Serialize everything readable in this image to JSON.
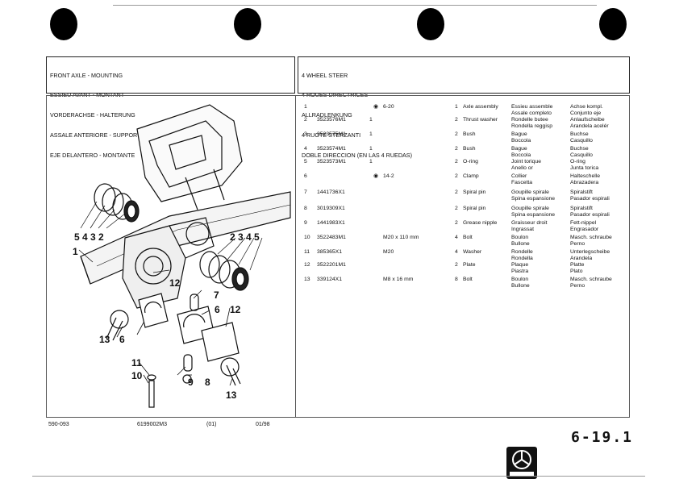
{
  "header": {
    "left_title": [
      "FRONT AXLE - MOUNTING",
      "ESSIEU AVANT - MONTANT",
      "VORDERACHSE - HALTERUNG",
      "ASSALE ANTERIORE - SUPPORTO MONTAGG",
      "EJE DELANTERO - MONTANTE"
    ],
    "right_title": [
      "4 WHEEL STEER",
      "4 ROUES DIRECTRICES",
      "ALLRADLENKUNG",
      "4 RUOTE STERZANTI",
      "DOBLE DIRECCION (EN LAS 4 RUEDAS)"
    ]
  },
  "parts": [
    {
      "idx": "1",
      "pn": "",
      "qty": "",
      "note": "6-20",
      "q2": "1",
      "name": [
        "Axle assembly"
      ],
      "fr": [
        "Essieu assemble",
        "Assale completo"
      ],
      "de": [
        "Achse kompl.",
        "Conjunto eje"
      ]
    },
    {
      "idx": "2",
      "pn": "3523576M1",
      "qty": "1",
      "note": "",
      "q2": "2",
      "name": [
        "Thrust washer"
      ],
      "fr": [
        "Rondelle butee",
        "Rondella reggisp"
      ],
      "de": [
        "Anlaufscheibe",
        "Arandela acelér"
      ]
    },
    {
      "idx": "3",
      "pn": "3523575M1",
      "qty": "1",
      "note": "",
      "q2": "2",
      "name": [
        "Bush"
      ],
      "fr": [
        "Bague",
        "Boccola"
      ],
      "de": [
        "Buchse",
        "Casquillo"
      ]
    },
    {
      "idx": "4",
      "pn": "3523574M1",
      "qty": "1",
      "note": "",
      "q2": "2",
      "name": [
        "Bush"
      ],
      "fr": [
        "Bague",
        "Boccola"
      ],
      "de": [
        "Buchse",
        "Casquillo"
      ]
    },
    {
      "idx": "5",
      "pn": "3523573M1",
      "qty": "1",
      "note": "",
      "q2": "2",
      "name": [
        "O-ring"
      ],
      "fr": [
        "Joint torique",
        "Anello or"
      ],
      "de": [
        "O-ring",
        "Junta torica"
      ]
    },
    {
      "idx": "6",
      "pn": "",
      "qty": "",
      "note": "14-2",
      "q2": "2",
      "name": [
        "Clamp"
      ],
      "fr": [
        "Collier",
        "Fascetta"
      ],
      "de": [
        "Halteschelle",
        "Abrazadera"
      ]
    },
    {
      "idx": "7",
      "pn": "1441736X1",
      "qty": "",
      "note": "",
      "q2": "2",
      "name": [
        "Spiral pin"
      ],
      "fr": [
        "Goupille spirale",
        "Spina espansione"
      ],
      "de": [
        "Spiralstift",
        "Pasador espirali"
      ]
    },
    {
      "idx": "8",
      "pn": "3019309X1",
      "qty": "",
      "note": "",
      "q2": "2",
      "name": [
        "Spiral pin"
      ],
      "fr": [
        "Goupille spirale",
        "Spina espansione"
      ],
      "de": [
        "Spiralstift",
        "Pasador espirali"
      ]
    },
    {
      "idx": "9",
      "pn": "1441983X1",
      "qty": "",
      "note": "",
      "q2": "2",
      "name": [
        "Grease nipple"
      ],
      "fr": [
        "Graisseur droit",
        "Ingrassat"
      ],
      "de": [
        "Fett-nippel",
        "Engrasador"
      ]
    },
    {
      "idx": "10",
      "pn": "3522483M1",
      "qty": "",
      "note": "M20 x 110 mm",
      "q2": "4",
      "name": [
        "Bolt"
      ],
      "fr": [
        "Boulon",
        "Bullone"
      ],
      "de": [
        "Masch. schraube",
        "Perno"
      ]
    },
    {
      "idx": "11",
      "pn": "385365X1",
      "qty": "",
      "note": "M20",
      "q2": "4",
      "name": [
        "Washer"
      ],
      "fr": [
        "Rondelle",
        "Rondella"
      ],
      "de": [
        "Unterlegscheibe",
        "Arandela"
      ]
    },
    {
      "idx": "12",
      "pn": "3522201M1",
      "qty": "",
      "note": "",
      "q2": "2",
      "name": [
        "Plate"
      ],
      "fr": [
        "Plaque",
        "Piastra"
      ],
      "de": [
        "Platte",
        "Plato"
      ]
    },
    {
      "idx": "13",
      "pn": "339124X1",
      "qty": "",
      "note": "M8 x 16 mm",
      "q2": "8",
      "name": [
        "Bolt"
      ],
      "fr": [
        "Boulon",
        "Bullone"
      ],
      "de": [
        "Masch. schraube",
        "Perno"
      ]
    }
  ],
  "footer": {
    "code": "590-093",
    "doc": "6199002M3",
    "rev": "(01)",
    "date": "01/98",
    "page": "6-19.1"
  },
  "diagram_callouts": {
    "left_group": "5 4 3 2",
    "right_group": "2 3 4 5",
    "n1": "1",
    "n12a": "12",
    "n7": "7",
    "n6a": "6",
    "n12b": "12",
    "n13a": "13",
    "n6b": "6",
    "n11": "11",
    "n10": "10",
    "n9": "9",
    "n8": "8",
    "n13b": "13"
  }
}
